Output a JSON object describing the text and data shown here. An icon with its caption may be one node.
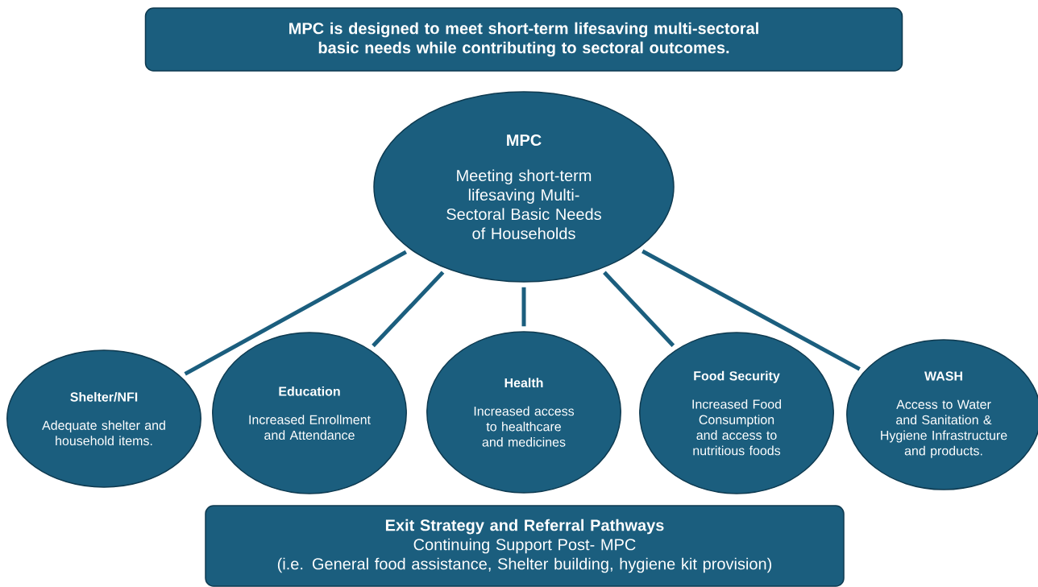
{
  "diagram": {
    "nodes": [
      {
        "text": [
          "MPC is designed to meet short-term lifesaving multi-sectoral basic needs while contributing to sectoral outcomes."
        ]
      },
      {
        "text": [
          "MPC",
          "Meeting short-term lifesaving Multi-Sectoral Basic Needs of Households"
        ]
      },
      {
        "text": [
          "Shelter/NFI",
          "Adequate shelter and household items."
        ]
      },
      {
        "text": [
          "Education",
          "Increased Enrollment and Attendance"
        ]
      },
      {
        "text": [
          "Health",
          "Increased access to healthcare and medicines"
        ]
      },
      {
        "text": [
          "Food Security",
          "Increased Food Consumption and access to nutritious foods"
        ]
      },
      {
        "text": [
          "WASH",
          "Access to Water and Sanitation & Hygiene Infrastructure and products."
        ]
      },
      {
        "text": [
          "Exit Strategy and Referral Pathways",
          "Continuing Support Post- MPC",
          "(i.e. General food assistance, Shelter building, hygiene kit provision)"
        ]
      }
    ],
    "edges": [
      {
        "from": 1,
        "to": 2,
        "arrow": "none"
      },
      {
        "from": 1,
        "to": 3,
        "arrow": "none"
      },
      {
        "from": 1,
        "to": 4,
        "arrow": "none"
      },
      {
        "from": 1,
        "to": 5,
        "arrow": "none"
      },
      {
        "from": 1,
        "to": 6,
        "arrow": "none"
      }
    ]
  }
}
